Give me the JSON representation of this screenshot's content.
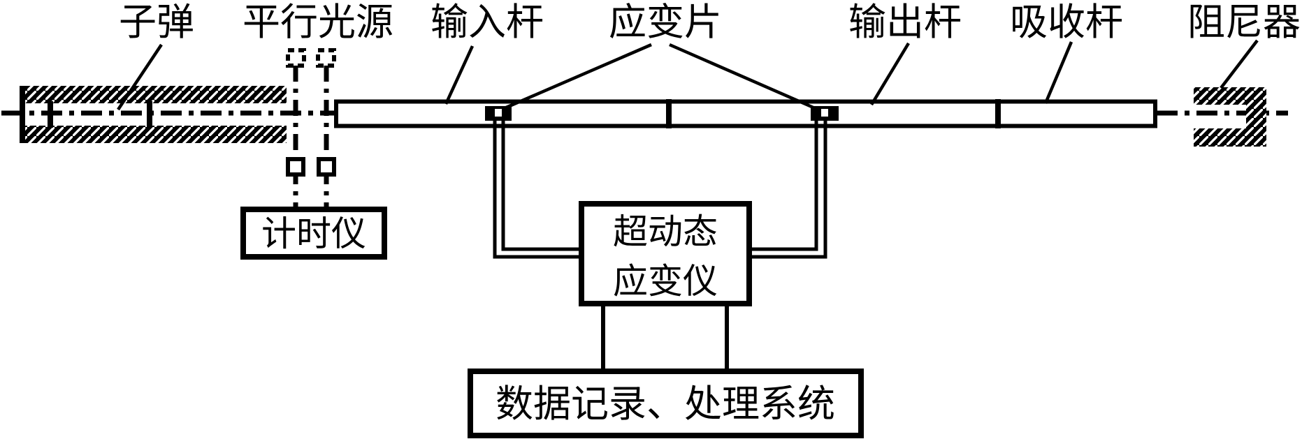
{
  "figure": {
    "labels": {
      "bullet": "子弹",
      "parallel_light_source": "平行光源",
      "input_bar": "输入杆",
      "strain_gauge": "应变片",
      "output_bar": "输出杆",
      "absorber_bar": "吸收杆",
      "damper": "阻尼器"
    },
    "boxes": {
      "timer": "计时仪",
      "strain_meter_line1": "超动态",
      "strain_meter_line2": "应变仪",
      "data_system": "数据记录、处理系统"
    },
    "colors": {
      "ink": "#000000",
      "background": "#ffffff"
    }
  }
}
